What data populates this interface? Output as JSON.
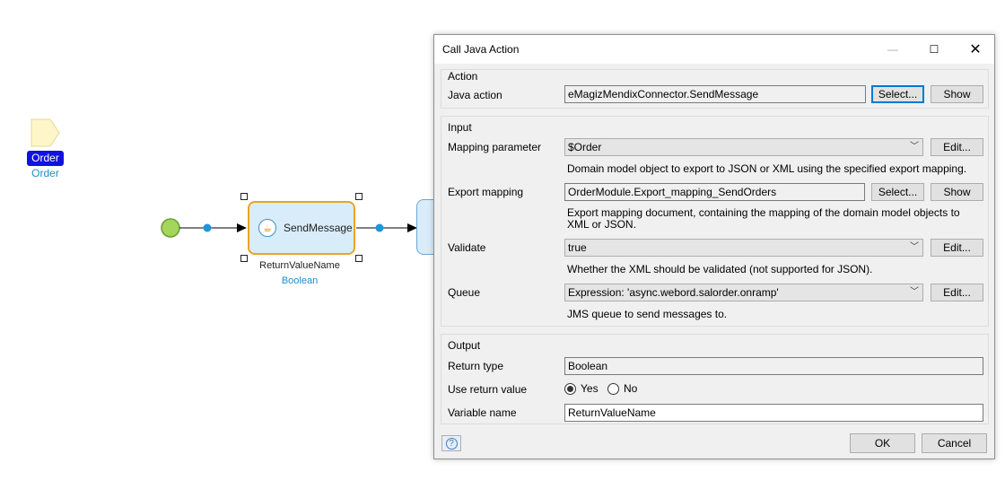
{
  "canvas": {
    "parameter": {
      "name": "Order",
      "type": "Order"
    },
    "action": {
      "label": "SendMessage",
      "return_variable": "ReturnValueName",
      "return_type": "Boolean"
    }
  },
  "dialog": {
    "title": "Call Java Action",
    "window_buttons": {
      "minimize": "—",
      "maximize": "☐",
      "close": "✕"
    },
    "action_section": {
      "title": "Action",
      "java_action_label": "Java action",
      "java_action_value": "eMagizMendixConnector.SendMessage",
      "select_button": "Select...",
      "show_button": "Show"
    },
    "input_section": {
      "title": "Input",
      "mapping_parameter": {
        "label": "Mapping parameter",
        "value": "$Order",
        "edit_button": "Edit...",
        "help": "Domain model object to export to JSON or XML using the specified export mapping."
      },
      "export_mapping": {
        "label": "Export mapping",
        "value": "OrderModule.Export_mapping_SendOrders",
        "select_button": "Select...",
        "show_button": "Show",
        "help": "Export mapping document, containing the mapping of the domain model objects to XML or JSON."
      },
      "validate": {
        "label": "Validate",
        "value": "true",
        "edit_button": "Edit...",
        "help": "Whether the XML should be validated (not supported for JSON)."
      },
      "queue": {
        "label": "Queue",
        "value": "Expression: 'async.webord.salorder.onramp'",
        "edit_button": "Edit...",
        "help": "JMS queue to send messages to."
      }
    },
    "output_section": {
      "title": "Output",
      "return_type_label": "Return type",
      "return_type_value": "Boolean",
      "use_return_label": "Use return value",
      "yes_label": "Yes",
      "no_label": "No",
      "selected": "Yes",
      "variable_name_label": "Variable name",
      "variable_name_value": "ReturnValueName"
    },
    "footer": {
      "ok": "OK",
      "cancel": "Cancel"
    }
  }
}
